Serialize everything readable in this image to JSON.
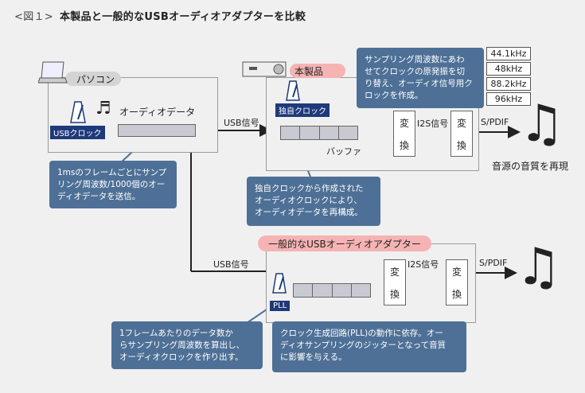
{
  "figure": {
    "number_label": "<図１>",
    "title": "本製品と一般的なUSBオーディオアダプターを比較"
  },
  "pc": {
    "label": "パソコン",
    "clock_badge": "USBクロック",
    "audio_data_label": "オーディオデータ",
    "callout": [
      "1msのフレームごとにサンプ",
      "リング周波数/1000個のオー",
      "ディオデータを送信。"
    ]
  },
  "product": {
    "label": "本製品",
    "clock_badge": "独自クロック",
    "usb_signal": "USB信号",
    "buffer_label": "バッファ",
    "i2s_signal": "I2S信号",
    "output": "S/PDIF",
    "converter": [
      "変",
      "換"
    ],
    "frequencies": [
      "44.1kHz",
      "48kHz",
      "88.2kHz",
      "96kHz"
    ],
    "top_callout": [
      "サンプリング周波数にあわ",
      "せてクロックの原発振を切",
      "り替え、オーディオ信号用ク",
      "ロックを作成。"
    ],
    "mid_callout": [
      "独自クロックから作成された",
      "オーディオクロックにより、",
      "オーディオデータを再構成。"
    ],
    "result_label": "音源の音質を再現"
  },
  "generic": {
    "label": "一般的なUSBオーディオアダプター",
    "usb_signal": "USB信号",
    "i2s_signal": "I2S信号",
    "output": "S/PDIF",
    "converter": [
      "変",
      "換"
    ],
    "clock_badge": "PLL",
    "left_callout": [
      "1フレームあたりのデータ数か",
      "らサンプリング周波数を算出し、",
      "オーディオクロックを作り出す。"
    ],
    "right_callout": [
      "クロック生成回路(PLL)の動作に依存。オー",
      "ディオサンプリングのジッターとなって音質",
      "に影響を与える。"
    ]
  },
  "colors": {
    "callout": "#4e7096",
    "badge": "#1f3a7a",
    "pink_pill": "#f6b3b3",
    "gray_pill": "#d4d4d4"
  }
}
